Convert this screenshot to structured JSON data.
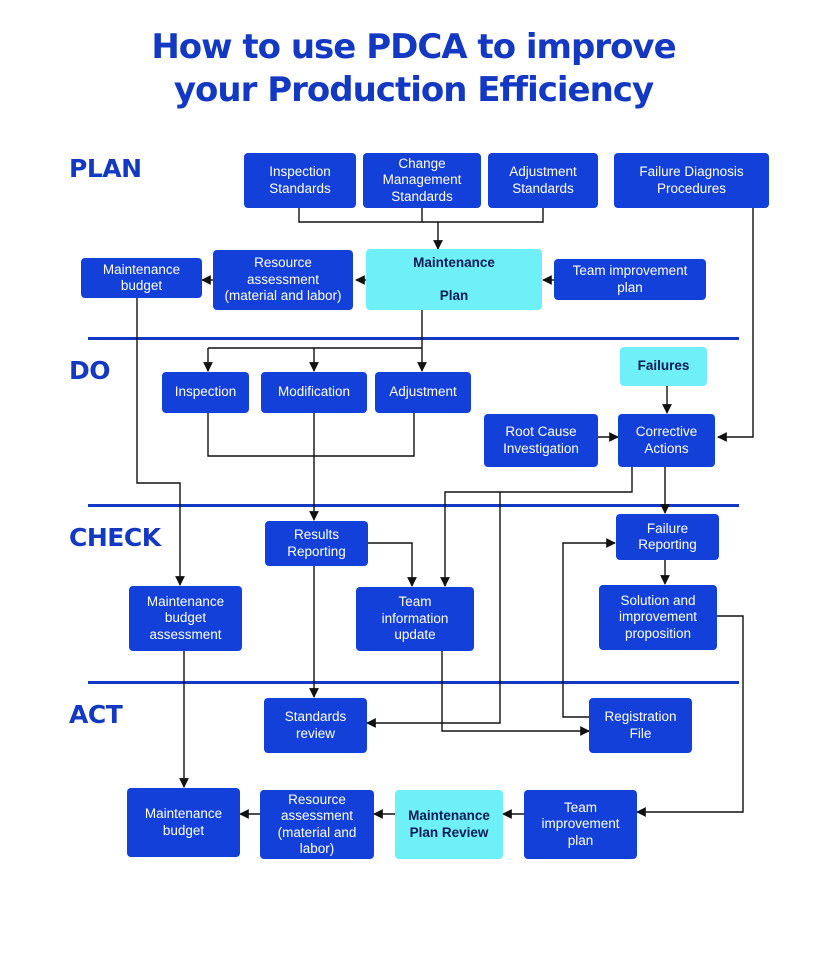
{
  "title": {
    "line1": "How to use PDCA to improve",
    "line2": "your Production Efficiency"
  },
  "phases": {
    "plan": "PLAN",
    "do": "DO",
    "check": "CHECK",
    "act": "ACT"
  },
  "boxes": {
    "inspection_standards": "Inspection\nStandards",
    "change_management": "Change\nManagement\nStandards",
    "adjustment_standards": "Adjustment\nStandards",
    "failure_diagnosis": "Failure Diagnosis\nProcedures",
    "maintenance_budget_plan": "Maintenance\nbudget",
    "resource_assessment_plan": "Resource\nassessment\n(material and labor)",
    "maintenance_plan": "Maintenance\n\nPlan",
    "team_improvement_plan_top": "Team improvement\nplan",
    "inspection": "Inspection",
    "modification": "Modification",
    "adjustment": "Adjustment",
    "failures": "Failures",
    "root_cause": "Root Cause\nInvestigation",
    "corrective_actions": "Corrective\nActions",
    "results_reporting": "Results\nReporting",
    "failure_reporting": "Failure\nReporting",
    "maintenance_budget_assessment": "Maintenance\nbudget\nassessment",
    "team_information_update": "Team\ninformation\nupdate",
    "solution_proposition": "Solution and\nimprovement\nproposition",
    "standards_review": "Standards\nreview",
    "registration_file": "Registration\nFile",
    "maintenance_budget_act": "Maintenance\nbudget",
    "resource_assessment_act": "Resource\nassessment\n(material and\nlabor)",
    "maintenance_plan_review": "Maintenance\nPlan Review",
    "team_improvement_plan_bottom": "Team\nimprovement\nplan"
  },
  "colors": {
    "box": "#1240d8",
    "highlight": "#6ff0f8",
    "title": "#1338c2",
    "line": "#111111"
  }
}
